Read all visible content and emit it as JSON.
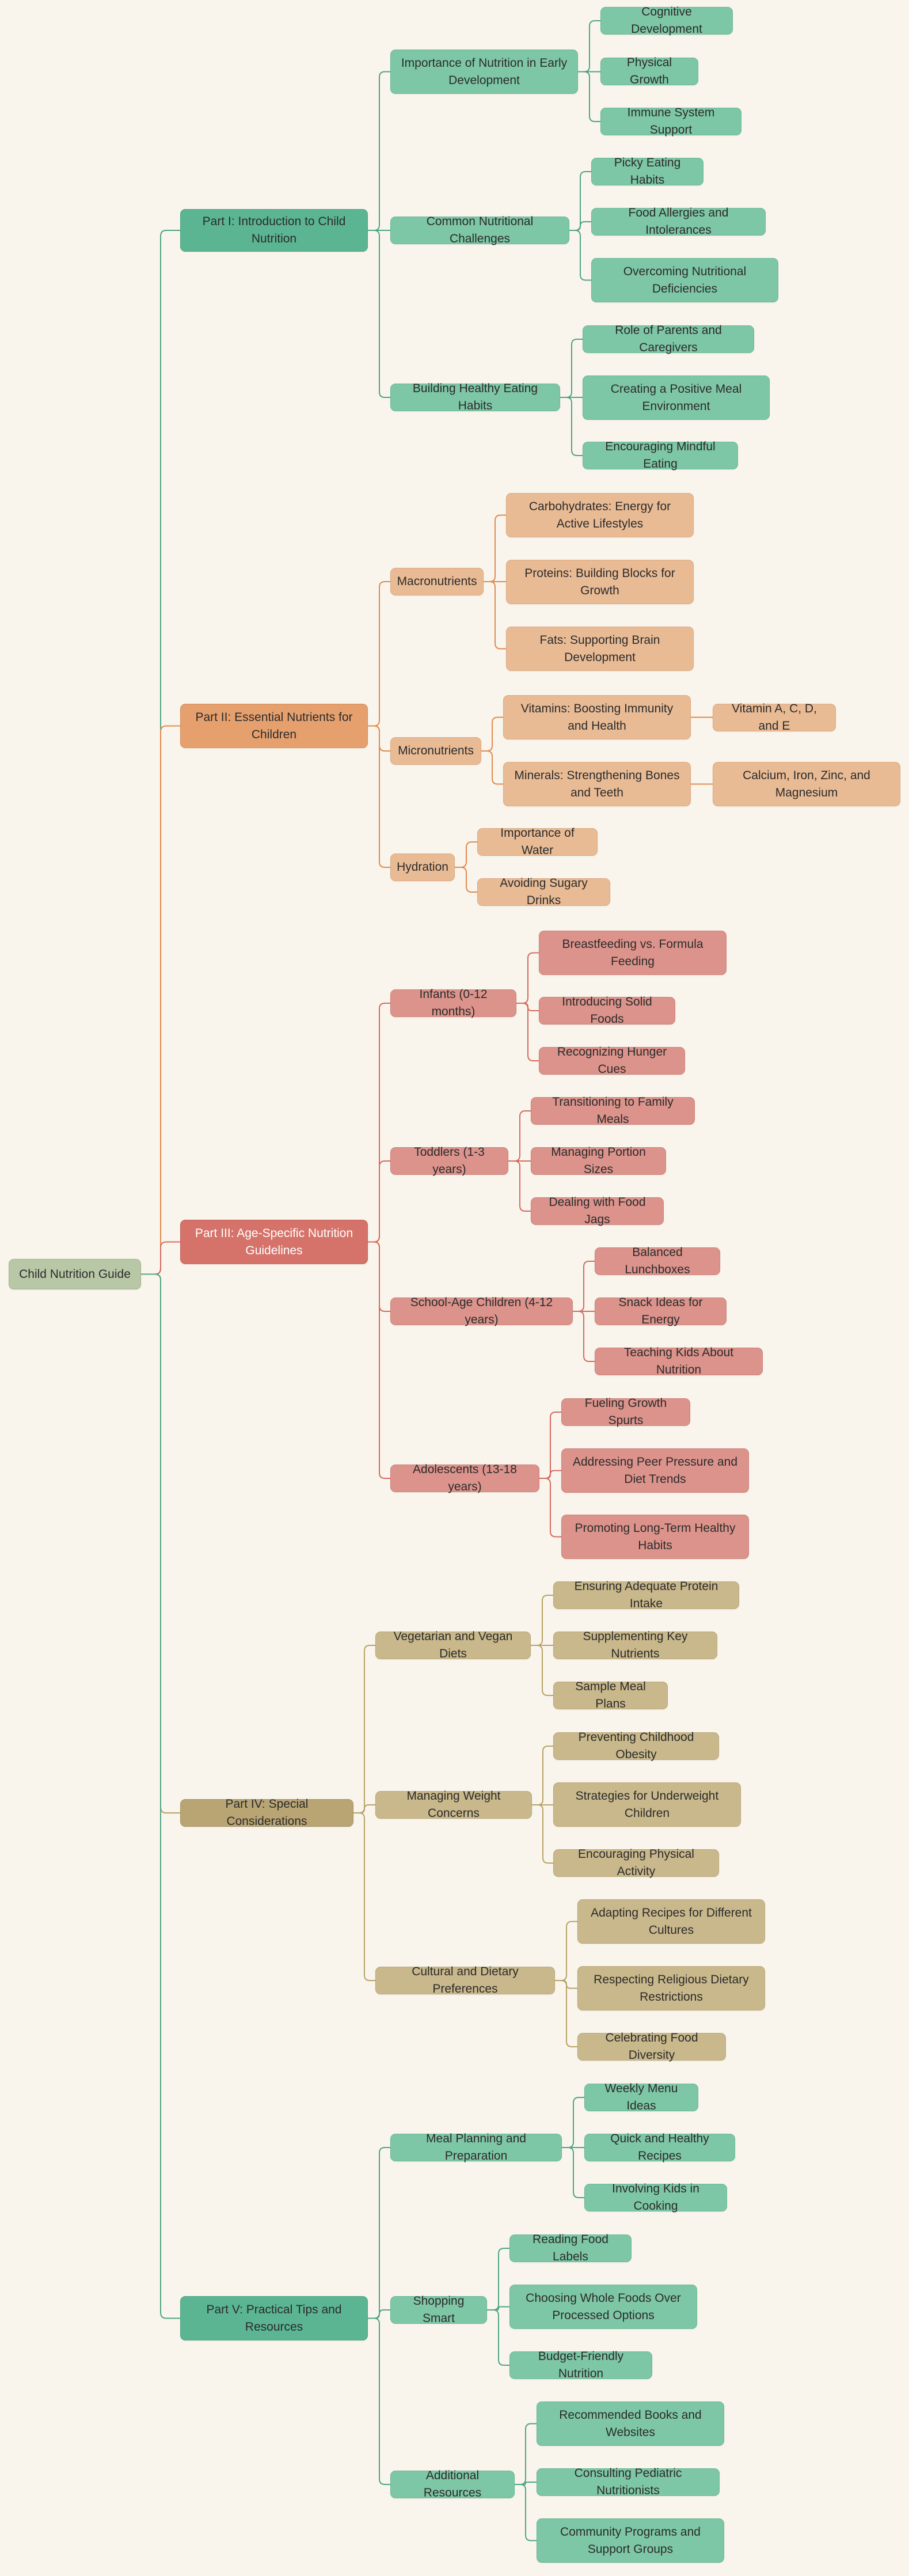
{
  "root": "Child Nutrition Guide",
  "parts": [
    {
      "label": "Part I: Introduction to Child Nutrition",
      "topics": [
        {
          "label": "Importance of Nutrition in Early Development",
          "items": [
            {
              "label": "Cognitive Development"
            },
            {
              "label": "Physical Growth"
            },
            {
              "label": "Immune System Support"
            }
          ]
        },
        {
          "label": "Common Nutritional Challenges",
          "items": [
            {
              "label": "Picky Eating Habits"
            },
            {
              "label": "Food Allergies and Intolerances"
            },
            {
              "label": "Overcoming Nutritional Deficiencies"
            }
          ]
        },
        {
          "label": "Building Healthy Eating Habits",
          "items": [
            {
              "label": "Role of Parents and Caregivers"
            },
            {
              "label": "Creating a Positive Meal Environment"
            },
            {
              "label": "Encouraging Mindful Eating"
            }
          ]
        }
      ]
    },
    {
      "label": "Part II: Essential Nutrients for Children",
      "topics": [
        {
          "label": "Macronutrients",
          "items": [
            {
              "label": "Carbohydrates: Energy for Active Lifestyles"
            },
            {
              "label": "Proteins: Building Blocks for Growth"
            },
            {
              "label": "Fats: Supporting Brain Development"
            }
          ]
        },
        {
          "label": "Micronutrients",
          "items": [
            {
              "label": "Vitamins: Boosting Immunity and Health",
              "detail": "Vitamin A, C, D, and E"
            },
            {
              "label": "Minerals: Strengthening Bones and Teeth",
              "detail": "Calcium, Iron, Zinc, and Magnesium"
            }
          ]
        },
        {
          "label": "Hydration",
          "items": [
            {
              "label": "Importance of Water"
            },
            {
              "label": "Avoiding Sugary Drinks"
            }
          ]
        }
      ]
    },
    {
      "label": "Part III: Age-Specific Nutrition Guidelines",
      "topics": [
        {
          "label": "Infants (0-12 months)",
          "items": [
            {
              "label": "Breastfeeding vs. Formula Feeding"
            },
            {
              "label": "Introducing Solid Foods"
            },
            {
              "label": "Recognizing Hunger Cues"
            }
          ]
        },
        {
          "label": "Toddlers (1-3 years)",
          "items": [
            {
              "label": "Transitioning to Family Meals"
            },
            {
              "label": "Managing Portion Sizes"
            },
            {
              "label": "Dealing with Food Jags"
            }
          ]
        },
        {
          "label": "School-Age Children (4-12 years)",
          "items": [
            {
              "label": "Balanced Lunchboxes"
            },
            {
              "label": "Snack Ideas for Energy"
            },
            {
              "label": "Teaching Kids About Nutrition"
            }
          ]
        },
        {
          "label": "Adolescents (13-18 years)",
          "items": [
            {
              "label": "Fueling Growth Spurts"
            },
            {
              "label": "Addressing Peer Pressure and Diet Trends"
            },
            {
              "label": "Promoting Long-Term Healthy Habits"
            }
          ]
        }
      ]
    },
    {
      "label": "Part IV: Special Considerations",
      "topics": [
        {
          "label": "Vegetarian and Vegan Diets",
          "items": [
            {
              "label": "Ensuring Adequate Protein Intake"
            },
            {
              "label": "Supplementing Key Nutrients"
            },
            {
              "label": "Sample Meal Plans"
            }
          ]
        },
        {
          "label": "Managing Weight Concerns",
          "items": [
            {
              "label": "Preventing Childhood Obesity"
            },
            {
              "label": "Strategies for Underweight Children"
            },
            {
              "label": "Encouraging Physical Activity"
            }
          ]
        },
        {
          "label": "Cultural and Dietary Preferences",
          "items": [
            {
              "label": "Adapting Recipes for Different Cultures"
            },
            {
              "label": "Respecting Religious Dietary Restrictions"
            },
            {
              "label": "Celebrating Food Diversity"
            }
          ]
        }
      ]
    },
    {
      "label": "Part V: Practical Tips and Resources",
      "topics": [
        {
          "label": "Meal Planning and Preparation",
          "items": [
            {
              "label": "Weekly Menu Ideas"
            },
            {
              "label": "Quick and Healthy Recipes"
            },
            {
              "label": "Involving Kids in Cooking"
            }
          ]
        },
        {
          "label": "Shopping Smart",
          "items": [
            {
              "label": "Reading Food Labels"
            },
            {
              "label": "Choosing Whole Foods Over Processed Options"
            },
            {
              "label": "Budget-Friendly Nutrition"
            }
          ]
        },
        {
          "label": "Additional Resources",
          "items": [
            {
              "label": "Recommended Books and Websites"
            },
            {
              "label": "Consulting Pediatric Nutritionists"
            },
            {
              "label": "Community Programs and Support Groups"
            }
          ]
        }
      ]
    }
  ],
  "colors": {
    "background": "#f9f5ec",
    "root": "#b8c7a6",
    "green_part": "#5bb592",
    "green_child": "#7ec7a6",
    "green_line": "#4ea582",
    "orange_part": "#e5a06e",
    "orange_child": "#e9bb95",
    "orange_line": "#e08a4f",
    "red_part": "#d5736a",
    "red_child": "#dc938b",
    "red_line": "#d56a60",
    "khaki_part": "#b9a574",
    "khaki_child": "#c9b88b",
    "khaki_line": "#b8a267"
  }
}
